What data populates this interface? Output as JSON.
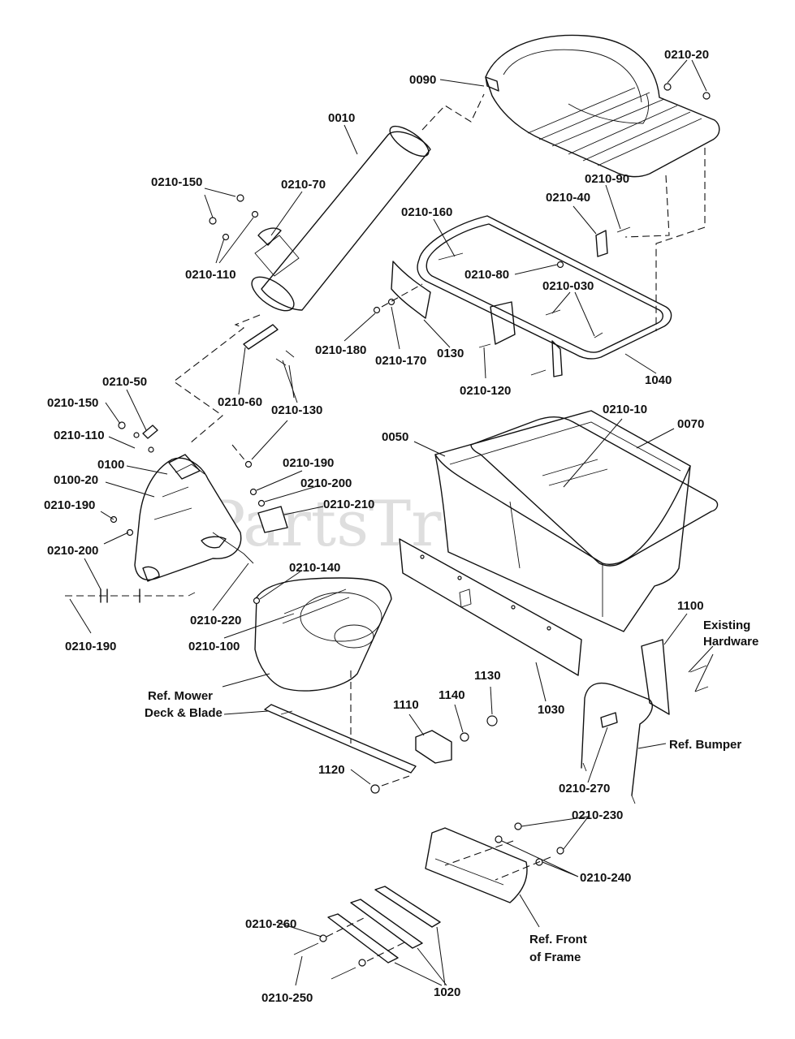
{
  "watermark": "PartsTree",
  "callouts": {
    "c0090": "0090",
    "c0210_20": "0210-20",
    "c0010": "0010",
    "c0210_150_top": "0210-150",
    "c0210_70": "0210-70",
    "c0210_110_top": "0210-110",
    "c0210_90": "0210-90",
    "c0210_40": "0210-40",
    "c0210_160": "0210-160",
    "c0210_80": "0210-80",
    "c0210_030": "0210-030",
    "c0210_180": "0210-180",
    "c0210_170": "0210-170",
    "c0130": "0130",
    "c0210_120": "0210-120",
    "c1040": "1040",
    "c0210_60": "0210-60",
    "c0210_130": "0210-130",
    "c0210_50": "0210-50",
    "c0210_150_mid": "0210-150",
    "c0210_110_mid": "0210-110",
    "c0100": "0100",
    "c0100_20": "0100-20",
    "c0210_190_a": "0210-190",
    "c0210_200_a": "0210-200",
    "c0210_210": "0210-210",
    "c0210_190_b": "0210-190",
    "c0210_200_b": "0210-200",
    "c0210_140": "0210-140",
    "c0210_220": "0210-220",
    "c0210_100": "0210-100",
    "c0210_190_c": "0210-190",
    "c0050": "0050",
    "c0210_10": "0210-10",
    "c0070": "0070",
    "c1100": "1100",
    "existing_hardware_1": "Existing",
    "existing_hardware_2": "Hardware",
    "c1030": "1030",
    "c1130": "1130",
    "c1140": "1140",
    "c1110": "1110",
    "ref_mower_1": "Ref. Mower",
    "ref_mower_2": "Deck & Blade",
    "c1120": "1120",
    "ref_bumper": "Ref. Bumper",
    "c0210_270": "0210-270",
    "c0210_230": "0210-230",
    "c0210_240": "0210-240",
    "ref_front_1": "Ref. Front",
    "ref_front_2": "of Frame",
    "c0210_260": "0210-260",
    "c1020": "1020",
    "c0210_250": "0210-250"
  }
}
